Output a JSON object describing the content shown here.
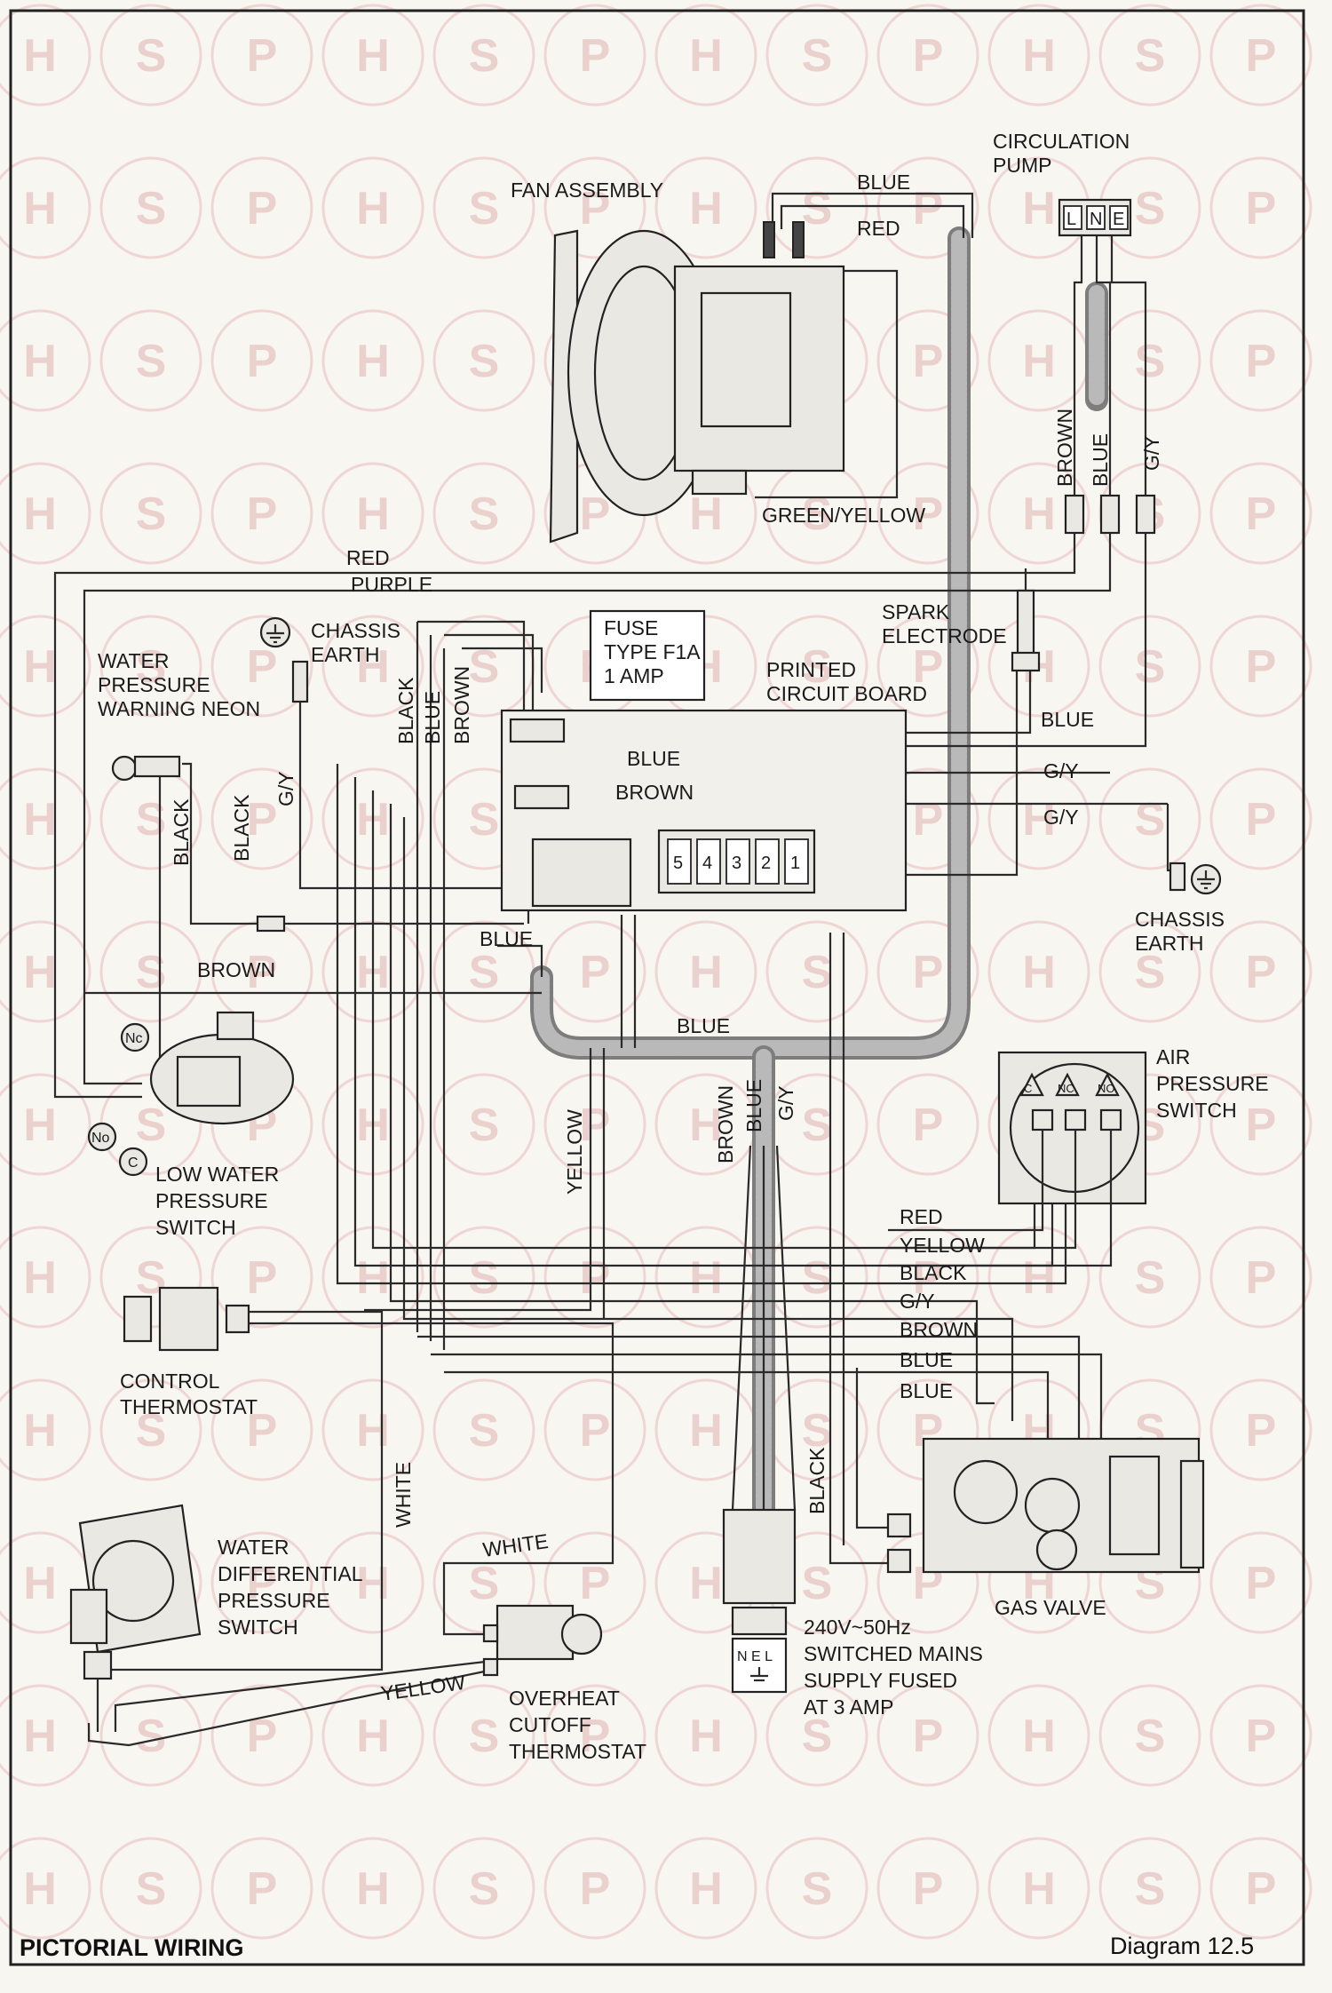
{
  "watermark": {
    "letters": [
      "H",
      "S",
      "P"
    ],
    "color": "#e2b3b3"
  },
  "components": {
    "fan_assembly": "FAN ASSEMBLY",
    "circulation_pump_l1": "CIRCULATION",
    "circulation_pump_l2": "PUMP",
    "pump_terminals": [
      "L",
      "N",
      "E"
    ],
    "spark_electrode_l1": "SPARK",
    "spark_electrode_l2": "ELECTRODE",
    "printed_circuit_board_l1": "PRINTED",
    "printed_circuit_board_l2": "CIRCUIT BOARD",
    "fuse_l1": "FUSE",
    "fuse_l2": "TYPE F1A",
    "fuse_l3": "1 AMP",
    "chassis_earth_top_l1": "CHASSIS",
    "chassis_earth_top_l2": "EARTH",
    "chassis_earth_right_l1": "CHASSIS",
    "chassis_earth_right_l2": "EARTH",
    "water_pressure_neon_l1": "WATER",
    "water_pressure_neon_l2": "PRESSURE",
    "water_pressure_neon_l3": "WARNING NEON",
    "air_pressure_switch_l1": "AIR",
    "air_pressure_switch_l2": "PRESSURE",
    "air_pressure_switch_l3": "SWITCH",
    "air_switch_terminals": [
      "C",
      "NC",
      "NO"
    ],
    "low_water_switch_l1": "LOW WATER",
    "low_water_switch_l2": "PRESSURE",
    "low_water_switch_l3": "SWITCH",
    "low_water_terminals": [
      "Nc",
      "No",
      "C"
    ],
    "control_thermostat_l1": "CONTROL",
    "control_thermostat_l2": "THERMOSTAT",
    "water_diff_switch_l1": "WATER",
    "water_diff_switch_l2": "DIFFERENTIAL",
    "water_diff_switch_l3": "PRESSURE",
    "water_diff_switch_l4": "SWITCH",
    "overheat_l1": "OVERHEAT",
    "overheat_l2": "CUTOFF",
    "overheat_l3": "THERMOSTAT",
    "gas_valve": "GAS VALVE",
    "mains_l1": "240V~50Hz",
    "mains_l2": "SWITCHED MAINS",
    "mains_l3": "SUPPLY FUSED",
    "mains_l4": "AT 3 AMP",
    "mains_plug": "N E L",
    "pcb_terminals": [
      "5",
      "4",
      "3",
      "2",
      "1"
    ]
  },
  "wires": {
    "fan_blue": "BLUE",
    "fan_red": "RED",
    "fan_earth": "GREEN/YELLOW",
    "pump_brown": "BROWN",
    "pump_blue": "BLUE",
    "pump_gy": "G/Y",
    "main_red": "RED",
    "main_purple": "PURPLE",
    "neon_black_1": "BLACK",
    "neon_black_2": "BLACK",
    "earth_gy_left": "G/Y",
    "bundle_black": "BLACK",
    "bundle_blue": "BLUE",
    "bundle_brown": "BROWN",
    "pcb_blue_top": "BLUE",
    "pcb_brown": "BROWN",
    "spark_blue": "BLUE",
    "pcb_gy_1": "G/Y",
    "pcb_gy_2": "G/Y",
    "pcb_blue_left": "BLUE",
    "left_brown": "BROWN",
    "center_blue": "BLUE",
    "yellow_vertical": "YELLOW",
    "mains_brown": "BROWN",
    "mains_blue": "BLUE",
    "mains_gy": "G/Y",
    "aps_red": "RED",
    "aps_yellow": "YELLOW",
    "aps_black": "BLACK",
    "gv_gy": "G/Y",
    "gv_brown": "BROWN",
    "gv_blue_1": "BLUE",
    "gv_blue_2": "BLUE",
    "gv_black": "BLACK",
    "white_vertical": "WHITE",
    "white_overheat": "WHITE",
    "yellow_overheat": "YELLOW"
  },
  "footer": {
    "title": "PICTORIAL WIRING",
    "diagram": "Diagram 12.5"
  }
}
